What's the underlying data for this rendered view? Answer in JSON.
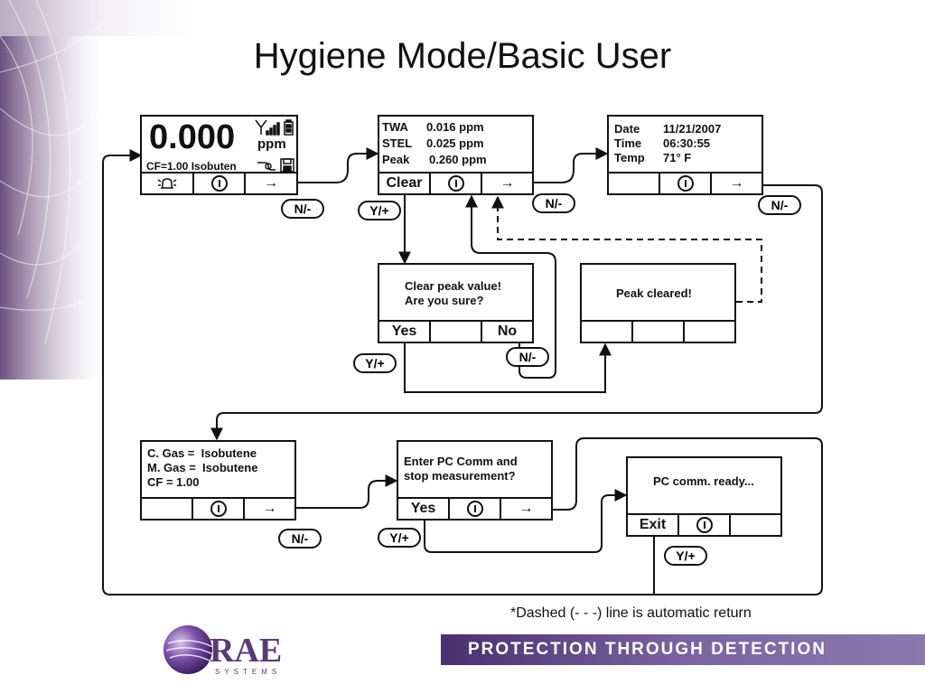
{
  "title": "Hygiene Mode/Basic User",
  "screens": {
    "main": {
      "reading": "0.000",
      "unit": "ppm",
      "cf_line": "CF=1.00 Isobuten"
    },
    "twa": {
      "rows": [
        {
          "label": "TWA",
          "value": "0.016 ppm"
        },
        {
          "label": "STEL",
          "value": "0.025 ppm"
        },
        {
          "label": "Peak",
          "value": "0.260 ppm"
        }
      ],
      "key_left": "Clear"
    },
    "datetime": {
      "rows": [
        {
          "label": "Date",
          "value": "11/21/2007"
        },
        {
          "label": "Time",
          "value": "06:30:55"
        },
        {
          "label": "Temp",
          "value": "71° F"
        }
      ]
    },
    "clear_confirm": {
      "line1": "Clear peak value!",
      "line2": "Are you sure?",
      "key_left": "Yes",
      "key_right": "No"
    },
    "peak_cleared": {
      "line1": "Peak cleared!"
    },
    "gas": {
      "line1": "C. Gas =  Isobutene",
      "line2": "M. Gas =  Isobutene",
      "line3": "CF = 1.00"
    },
    "pc_comm": {
      "line1": "Enter PC Comm and",
      "line2": "stop measurement?",
      "key_left": "Yes"
    },
    "pc_ready": {
      "line1": "PC comm. ready...",
      "key_left": "Exit"
    }
  },
  "buttons": {
    "n": "N/-",
    "y": "Y/+"
  },
  "note": "*Dashed (- - -) line is automatic return",
  "tagline": "PROTECTION THROUGH DETECTION",
  "logo": {
    "name": "RAE",
    "sub": "SYSTEMS"
  },
  "colors": {
    "brand_purple": "#4a2f6e",
    "line": "#111111"
  }
}
